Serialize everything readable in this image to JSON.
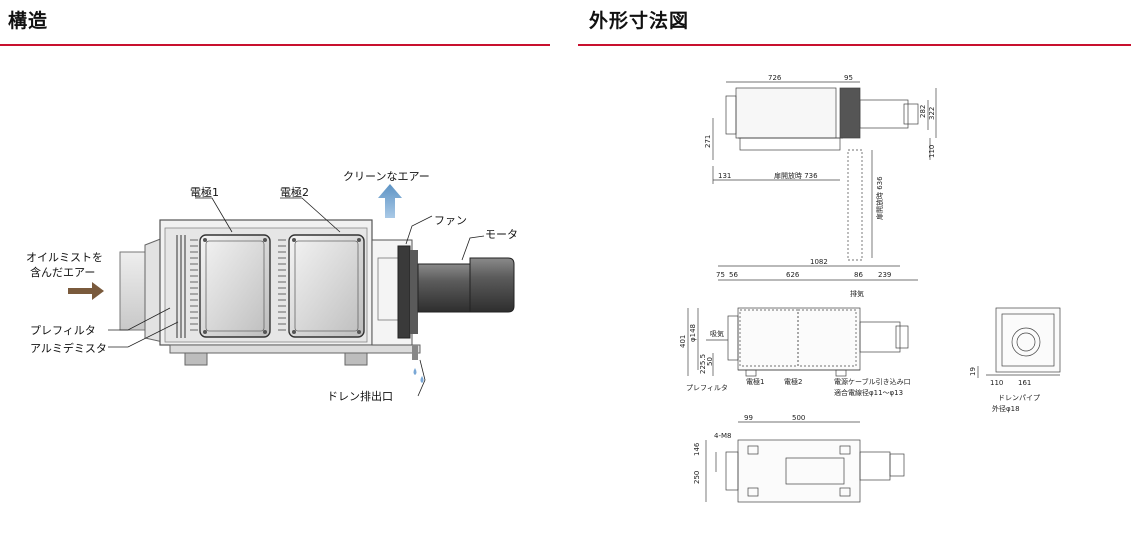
{
  "left_title": "構造",
  "right_title": "外形寸法図",
  "accent_color": "#c8102e",
  "structure": {
    "clean_air": "クリーンなエアー",
    "electrode1": "電極1",
    "electrode2": "電極2",
    "fan": "ファン",
    "motor": "モータ",
    "oil_mist_line1": "オイルミストを",
    "oil_mist_line2": "含んだエアー",
    "pre_filter": "プレフィルタ",
    "alumi_demister": "アルミデミスタ",
    "drain": "ドレン排出口"
  },
  "dimensions": {
    "top": {
      "d726": "726",
      "d95": "95",
      "d282": "282",
      "d322": "322",
      "d271": "271",
      "d110": "110",
      "d131": "131",
      "open_h": "扉開放時 736",
      "open_v": "扉開放時 636"
    },
    "front": {
      "d1082": "1082",
      "d75": "75",
      "d56": "56",
      "d626": "626",
      "d86": "86",
      "d239": "239",
      "d401": "401",
      "d148": "φ148",
      "d225": "225.5",
      "d50": "50",
      "intake": "吸気",
      "exhaust": "排気",
      "pre_filter": "プレフィルタ",
      "electrode1": "電極1",
      "electrode2": "電極2",
      "cable_line1": "電源ケーブル引き込み口",
      "cable_line2": "適合電線径φ11〜φ13"
    },
    "side": {
      "d19": "19",
      "d110": "110",
      "d161": "161",
      "drain_pipe": "ドレンパイプ",
      "outer_dia": "外径φ18"
    },
    "bottom": {
      "d99": "99",
      "d500": "500",
      "m8": "4-M8",
      "d146": "146",
      "d250": "250"
    }
  }
}
